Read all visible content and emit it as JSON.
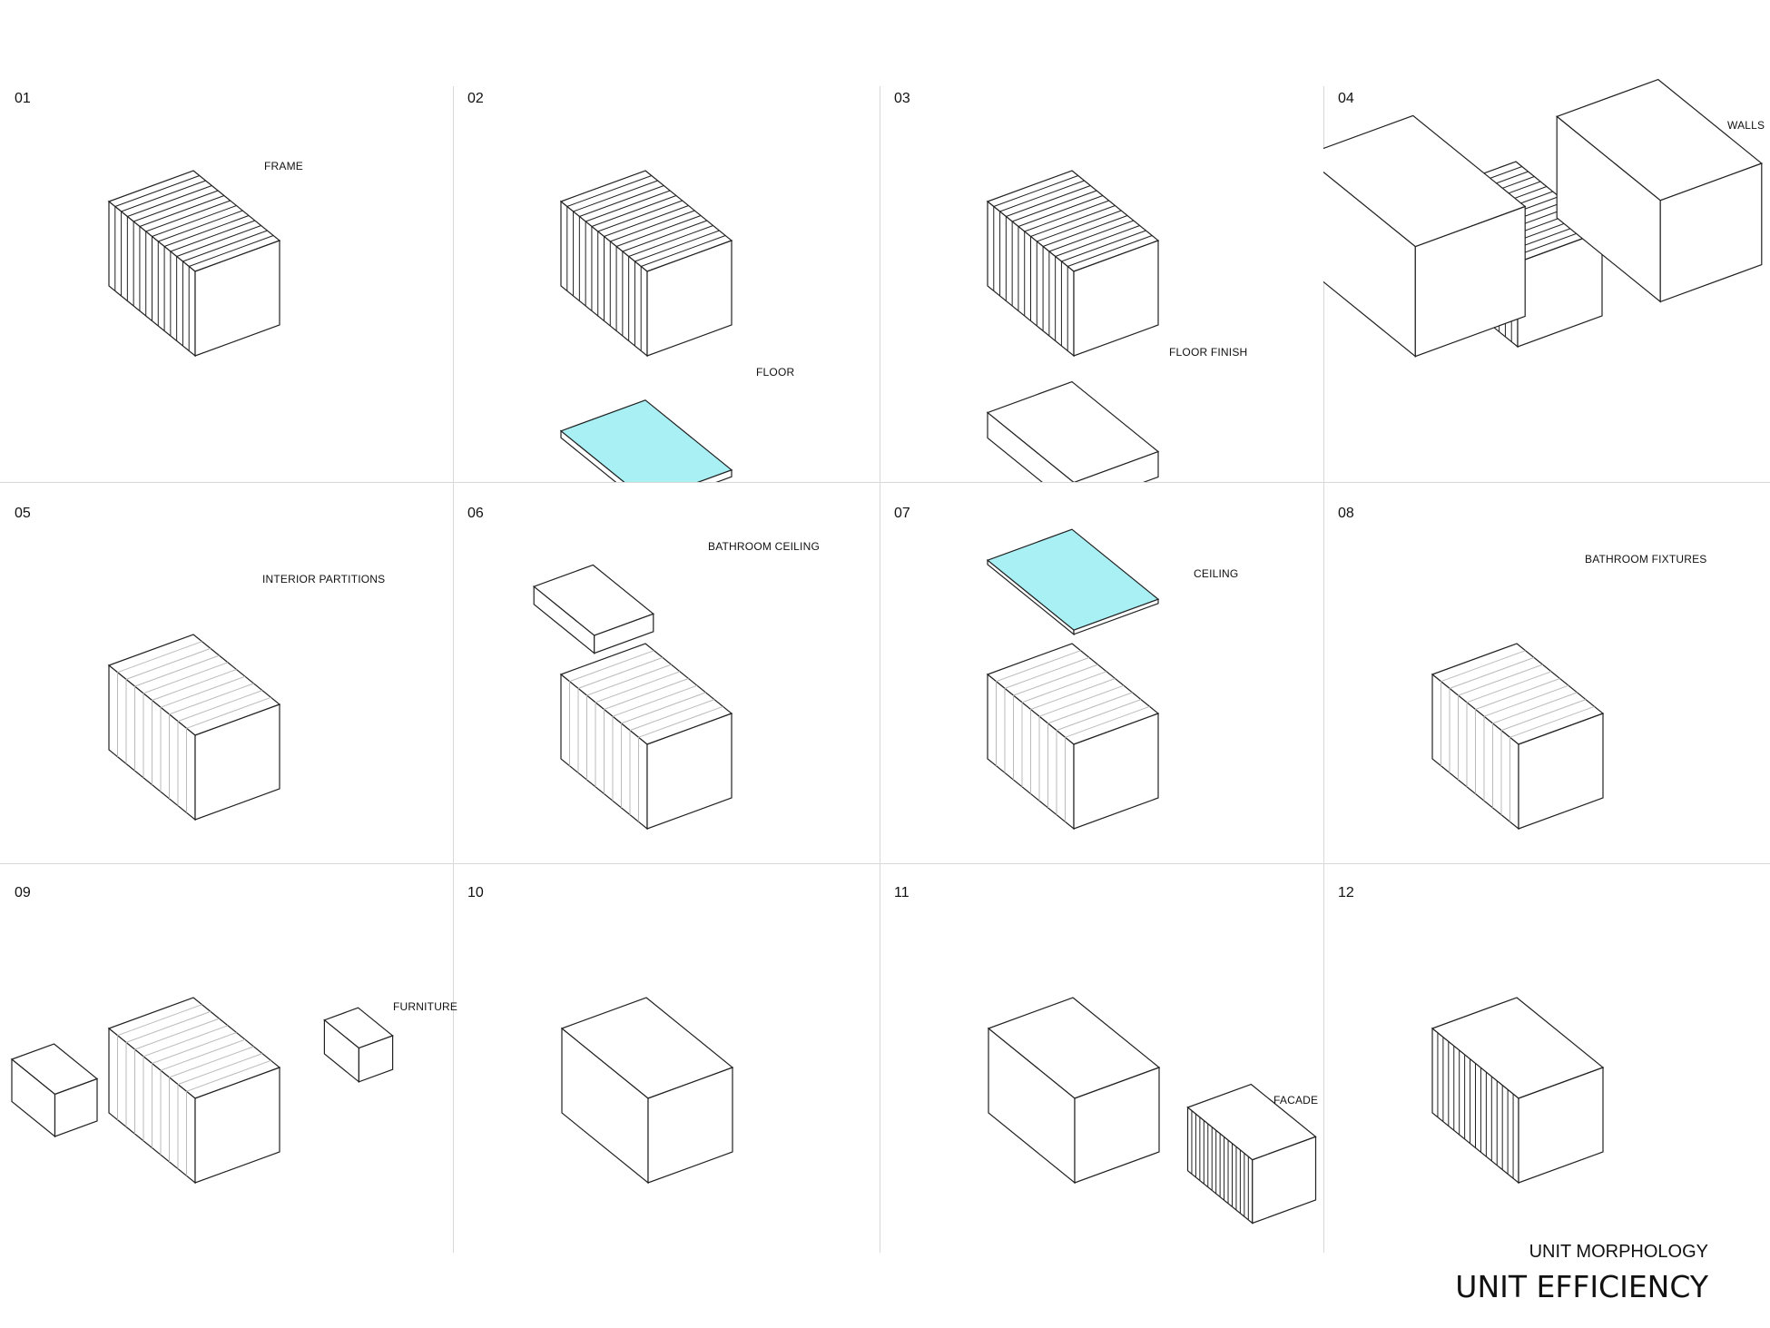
{
  "panels": [
    {
      "number": "01",
      "label": "FRAME"
    },
    {
      "number": "02",
      "label": "FLOOR"
    },
    {
      "number": "03",
      "label": "FLOOR FINISH"
    },
    {
      "number": "04",
      "label": "WALLS"
    },
    {
      "number": "05",
      "label": "INTERIOR PARTITIONS"
    },
    {
      "number": "06",
      "label": "BATHROOM CEILING"
    },
    {
      "number": "07",
      "label": "CEILING"
    },
    {
      "number": "08",
      "label": "BATHROOM FIXTURES"
    },
    {
      "number": "09",
      "label": "FURNITURE"
    },
    {
      "number": "10",
      "label": ""
    },
    {
      "number": "11",
      "label": "FACADE"
    },
    {
      "number": "12",
      "label": ""
    }
  ],
  "footer": {
    "subtitle": "UNIT MORPHOLOGY",
    "title": "UNIT EFFICIENCY"
  },
  "colors": {
    "highlight": "#a8f0f4",
    "line": "#222222",
    "grid": "#d8d8d8"
  }
}
